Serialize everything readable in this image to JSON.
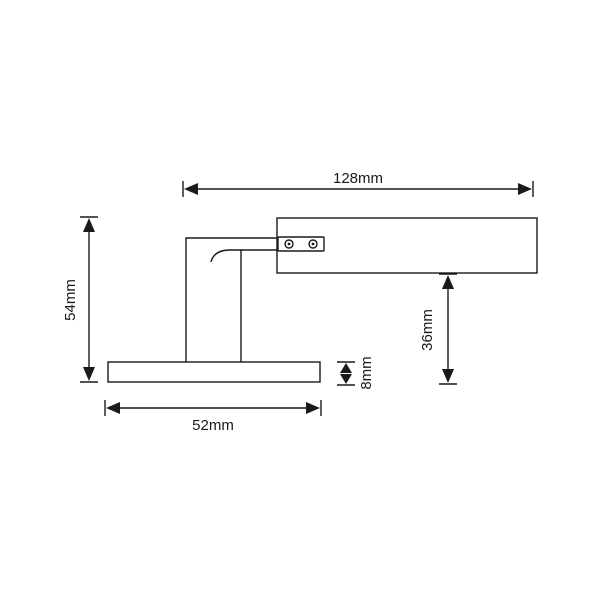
{
  "dimensions": {
    "width_top": "128mm",
    "height_total": "54mm",
    "base_width": "52mm",
    "base_thickness": "8mm",
    "head_height": "36mm"
  },
  "colors": {
    "line": "#1a1a1a",
    "background": "#ffffff"
  }
}
